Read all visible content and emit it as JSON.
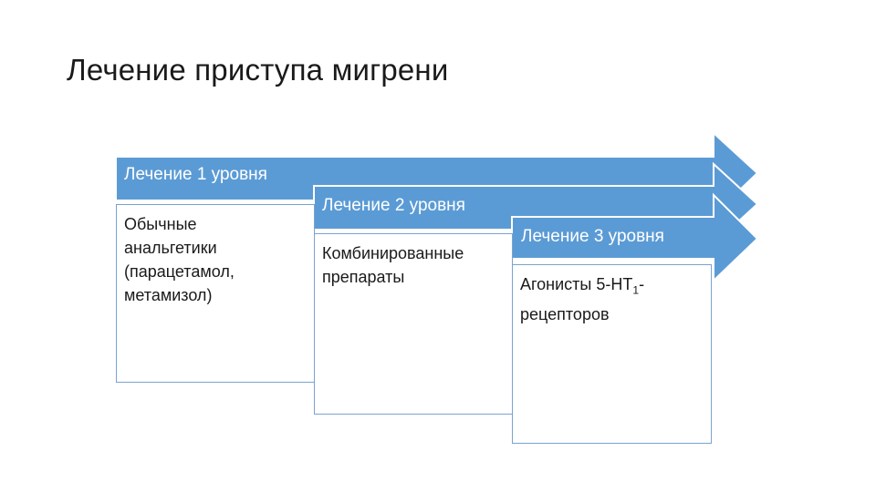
{
  "title": "Лечение приступа мигрени",
  "accent_color": "#5b9bd5",
  "levels": [
    {
      "label": "Лечение 1 уровня",
      "content": "Обычные анальгетики (парацетамол, метамизол)"
    },
    {
      "label": "Лечение 2 уровня",
      "content": "Комбинированные препараты"
    },
    {
      "label": "Лечение 3 уровня",
      "content_main": "Агонисты 5-HT",
      "content_sub": "1",
      "content_tail": "-рецепторов"
    }
  ]
}
